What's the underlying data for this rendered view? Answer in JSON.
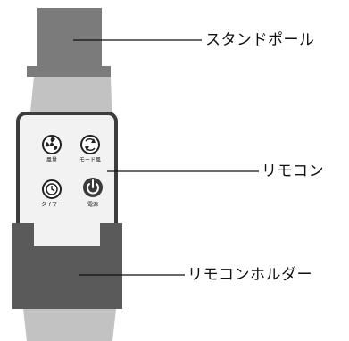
{
  "callouts": {
    "stand_pole": "スタンドポール",
    "remote": "リモコン",
    "remote_holder": "リモコンホルダー"
  },
  "remote_buttons": {
    "wind_volume": {
      "label": "風量",
      "icon": "fan-icon"
    },
    "mode_wind": {
      "label": "モード風",
      "icon": "mode-cycle-icon"
    },
    "timer": {
      "label": "タイマー",
      "icon": "clock-icon"
    },
    "power": {
      "label": "電源",
      "icon": "power-icon"
    }
  },
  "colors": {
    "pole_dark": "#7b7b7b",
    "pole_light": "#c2c2c2",
    "remote_body": "#f2f2f2",
    "remote_border": "#3c3c3c",
    "holder": "#5a5a5a",
    "power_button": "#3a3a3a"
  }
}
